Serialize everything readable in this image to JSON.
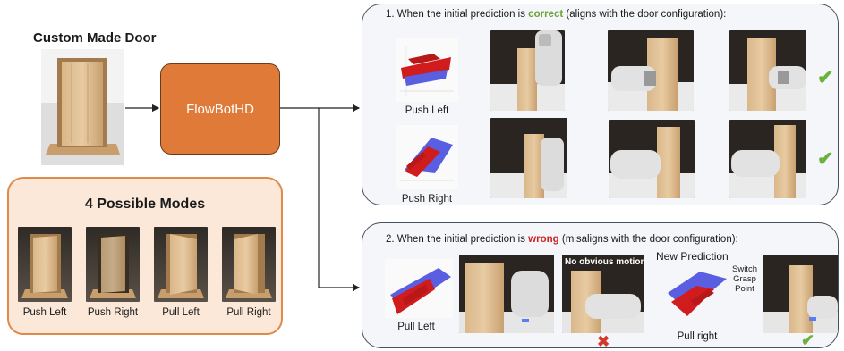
{
  "left": {
    "door_title": "Custom Made Door",
    "model_label": "FlowBotHD",
    "modes_title": "4 Possible Modes",
    "modes": [
      "Push Left",
      "Push Right",
      "Pull Left",
      "Pull Right"
    ]
  },
  "panel_correct": {
    "title_prefix": "1. When the initial prediction is ",
    "title_keyword": "correct",
    "title_suffix": " (aligns with the door configuration):",
    "rows": [
      {
        "prediction_label": "Push Left"
      },
      {
        "prediction_label": "Push Right"
      }
    ]
  },
  "panel_wrong": {
    "title_prefix": "2. When the initial prediction is ",
    "title_keyword": "wrong",
    "title_suffix": " (misaligns with the door configuration):",
    "prediction_label": "Pull Left",
    "no_motion_label": "No obvious motion",
    "new_prediction_label": "New Prediction",
    "new_prediction_caption": "Pull right",
    "switch_label_1": "Switch",
    "switch_label_2": "Grasp",
    "switch_label_3": "Point"
  },
  "colors": {
    "correct": "#6aa335",
    "wrong": "#cc2222",
    "model_box": "#e07a38",
    "modes_box_fill": "#fbe8d9",
    "modes_box_border": "#e08a49",
    "check": "#6ab23e",
    "flow_red": "#d01c1c",
    "flow_blue": "#5a5ee0"
  },
  "icons": [
    "check-icon",
    "x-icon",
    "arrow-icon"
  ]
}
